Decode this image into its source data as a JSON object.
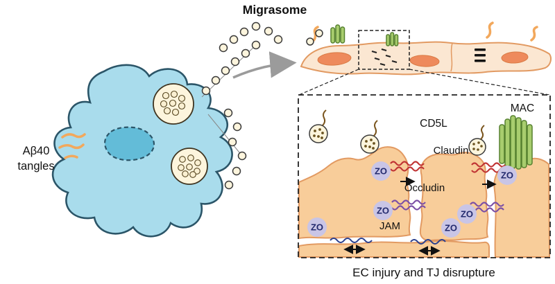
{
  "figure": {
    "labels": {
      "migrasome": "Migrasome",
      "abeta_line1": "Aβ40",
      "abeta_line2": "tangles",
      "cd5l": "CD5L",
      "mac": "MAC",
      "claudin": "Claudin",
      "occludin": "Occludin",
      "jam": "JAM",
      "zo": "ZO",
      "caption": "EC injury and TJ disrupture"
    }
  },
  "colors": {
    "cellBlue": "#a9dcec",
    "cellBlueDeep": "#63bcd8",
    "cellOutline": "#2b5568",
    "vesicleFill": "#fdf5dd",
    "ecFill": "#fbe7d2",
    "ecStroke": "#e29a62",
    "boxCellFill": "#f8cd9a",
    "nucleusOrange": "#ee8a5c",
    "macGreen": "#a8cd6e",
    "macStroke": "#55802f",
    "claudinRed": "#c03434",
    "occludinPurple": "#7b4fa6",
    "jamNavy": "#2a3f8e",
    "zoLavender": "#c9c5e6",
    "zoText": "#232a6e",
    "tangleOrange": "#f2a85c",
    "arrowGray": "#9b9b9b",
    "ink": "#111111"
  }
}
